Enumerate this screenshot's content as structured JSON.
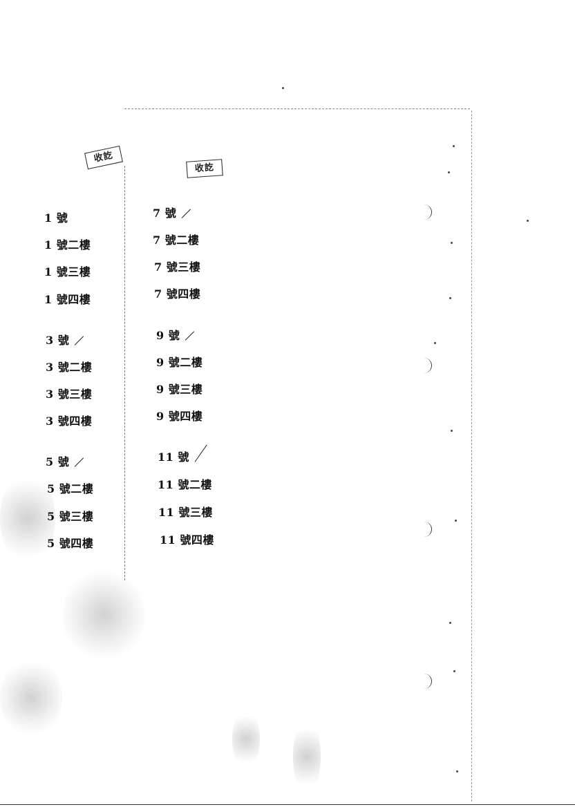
{
  "stamps": [
    "收訖",
    "收訖"
  ],
  "left_column": [
    {
      "label": "1 號",
      "checked": false
    },
    {
      "label": "1 號二樓",
      "checked": false
    },
    {
      "label": "1 號三樓",
      "checked": false
    },
    {
      "label": "1 號四樓",
      "checked": false
    },
    {
      "label": "3 號",
      "checked": true
    },
    {
      "label": "3 號二樓",
      "checked": false
    },
    {
      "label": "3 號三樓",
      "checked": false
    },
    {
      "label": "3 號四樓",
      "checked": false
    },
    {
      "label": "5 號",
      "checked": true
    },
    {
      "label": "5 號二樓",
      "checked": false
    },
    {
      "label": "5 號三樓",
      "checked": false
    },
    {
      "label": "5 號四樓",
      "checked": false
    }
  ],
  "right_column": [
    {
      "label": "7 號",
      "checked": true
    },
    {
      "label": "7 號二樓",
      "checked": false
    },
    {
      "label": "7 號三樓",
      "checked": false
    },
    {
      "label": "7 號四樓",
      "checked": false
    },
    {
      "label": "9 號",
      "checked": true
    },
    {
      "label": "9 號二樓",
      "checked": false
    },
    {
      "label": "9 號三樓",
      "checked": false
    },
    {
      "label": "9 號四樓",
      "checked": false
    },
    {
      "label": "11 號",
      "checked": true
    },
    {
      "label": "11 號二樓",
      "checked": false
    },
    {
      "label": "11 號三樓",
      "checked": false
    },
    {
      "label": "11 號四樓",
      "checked": false
    }
  ]
}
